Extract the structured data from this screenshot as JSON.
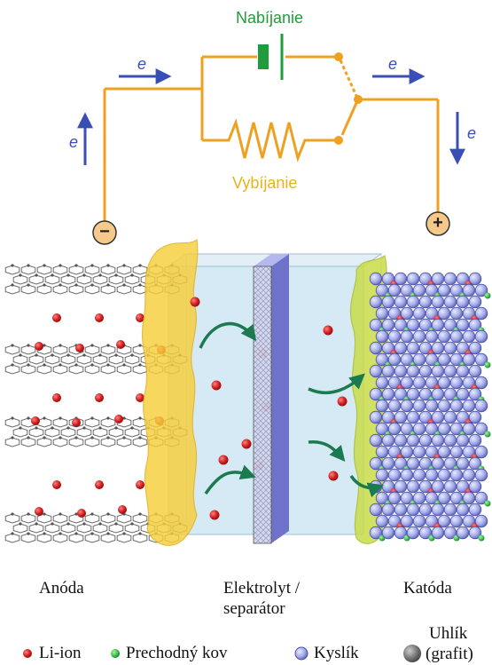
{
  "circuit": {
    "charge_label": "Nabíjanie",
    "discharge_label": "Vybíjanie",
    "electron_symbol": "e",
    "negative_terminal": "−",
    "positive_terminal": "+"
  },
  "labels": {
    "anode": "Anóda",
    "electrolyte_line1": "Elektrolyt /",
    "electrolyte_line2": "separátor",
    "cathode": "Katóda"
  },
  "legend": {
    "li_ion": "Li-ion",
    "transition_metal": "Prechodný kov",
    "oxygen": "Kyslík",
    "carbon_line1": "Uhlík",
    "carbon_line2": "(grafit)"
  },
  "colors": {
    "wire": "#f0a020",
    "charge": "#1f9d3a",
    "discharge": "#e8b21c",
    "electron_arrow": "#3a4fb5",
    "li_ion": "#d42020",
    "transition_metal": "#3cc24a",
    "oxygen": "#9aa2e6",
    "carbon": "#666666",
    "anode_film": "#f7cf3b",
    "cathode_film": "#c9dc4a",
    "electrolyte": "#cfe6f3",
    "separator": "#8a8ed8",
    "ion_arrow": "#1b7a4f"
  }
}
